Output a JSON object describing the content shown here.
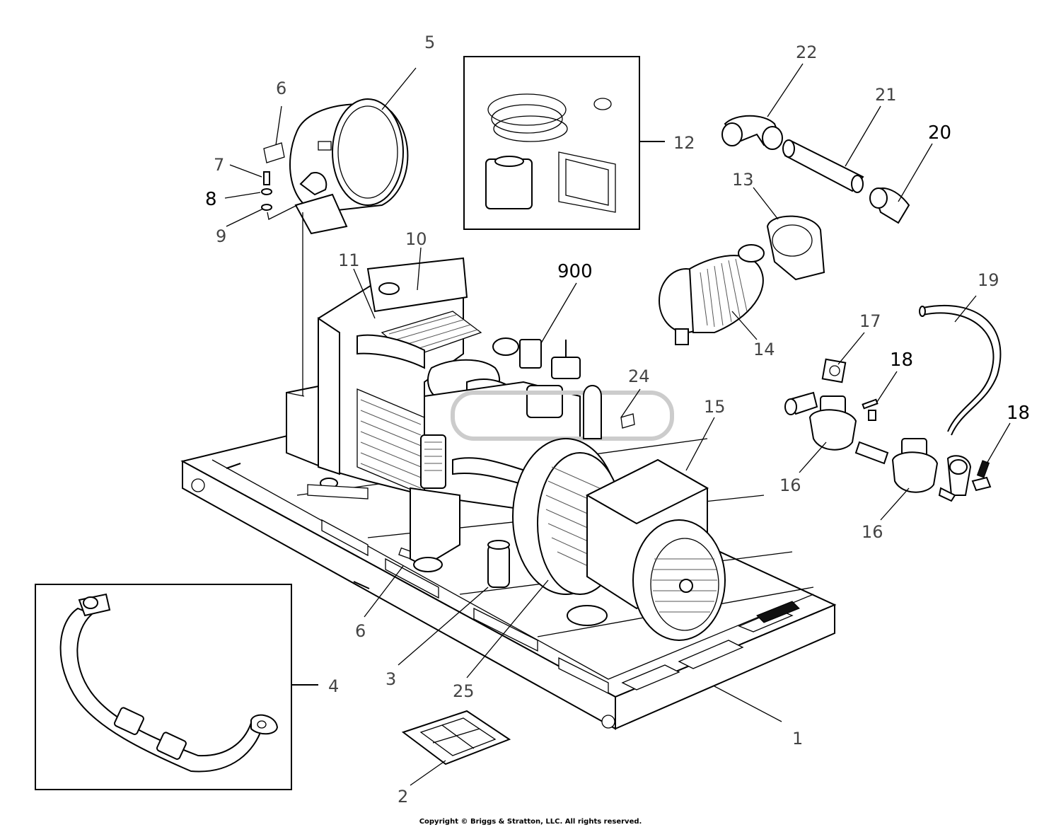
{
  "callouts": {
    "c1": "1",
    "c2": "2",
    "c3": "3",
    "c4": "4",
    "c5": "5",
    "c6a": "6",
    "c6b": "6",
    "c7": "7",
    "c8": "8",
    "c9": "9",
    "c10": "10",
    "c11": "11",
    "c12": "12",
    "c13": "13",
    "c14": "14",
    "c15": "15",
    "c16a": "16",
    "c16b": "16",
    "c17": "17",
    "c18a": "18",
    "c18b": "18",
    "c19": "19",
    "c20": "20",
    "c21": "21",
    "c22": "22",
    "c24": "24",
    "c25": "25",
    "c900": "900"
  },
  "copyright": "Copyright © Briggs & Stratton, LLC. All rights reserved."
}
